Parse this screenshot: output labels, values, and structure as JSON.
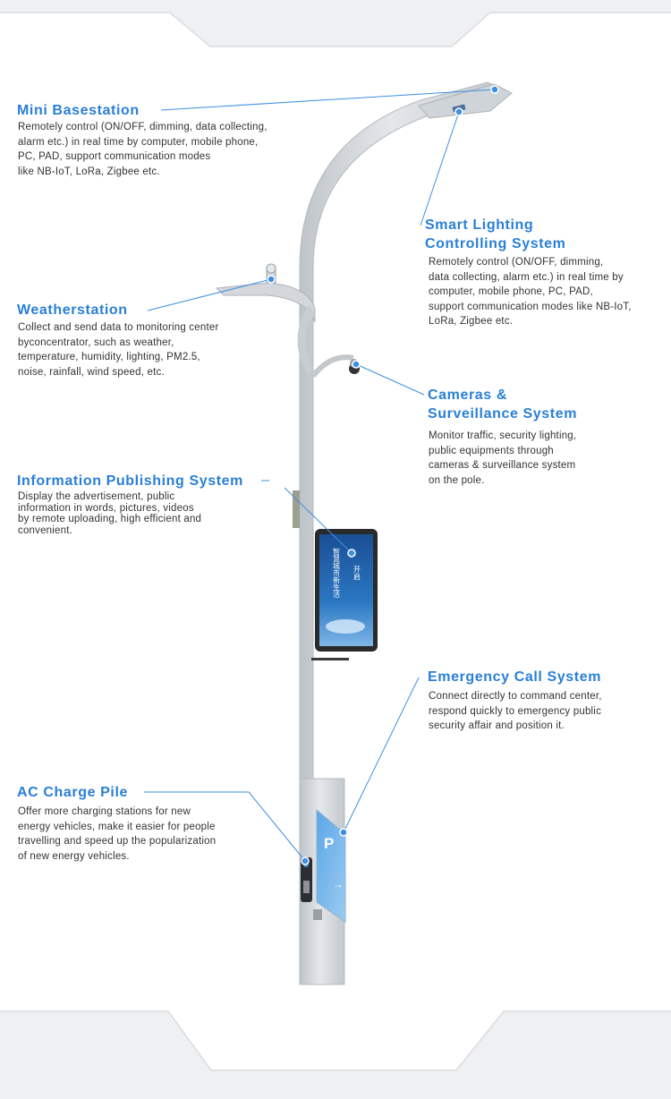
{
  "colors": {
    "title": "#2a7fd6",
    "text": "#333333",
    "leader_line": "#3d8fe0",
    "pole": "#d2d6da",
    "screen": "#1f5fa8"
  },
  "screen_text": {
    "main": "智慧城市新生活",
    "side": "开启"
  },
  "features": {
    "mini_basestation": {
      "title": "Mini Basestation",
      "description": "Remotely control (ON/OFF, dimming, data collecting,\nalarm etc.) in real time by computer, mobile phone,\nPC, PAD, support communication modes\nlike NB-IoT, LoRa, Zigbee etc."
    },
    "smart_lighting": {
      "title_line1": "Smart Lighting",
      "title_line2": "Controlling System",
      "description": "Remotely control (ON/OFF, dimming,\ndata collecting, alarm etc.) in real time by\ncomputer, mobile phone, PC, PAD,\nsupport communication modes like NB-IoT,\nLoRa, Zigbee etc."
    },
    "weatherstation": {
      "title": "Weatherstation",
      "description": "Collect and send data to monitoring center\nbyconcentrator, such as weather,\ntemperature, humidity, lighting, PM2.5,\nnoise, rainfall, wind speed, etc."
    },
    "cameras": {
      "title_line1": "Cameras &",
      "title_line2": "Surveillance System",
      "description": "Monitor traffic, security lighting,\npublic equipments through\ncameras & surveillance system\non the pole."
    },
    "information_publishing": {
      "title": "Information Publishing System",
      "description": "Display the advertisement, public\ninformation in words, pictures, videos\nby remote uploading, high efficient and\nconvenient."
    },
    "emergency_call": {
      "title": "Emergency Call System",
      "description": "Connect directly to command center,\nrespond quickly to emergency public\nsecurity affair and position it."
    },
    "ac_charge_pile": {
      "title": "AC Charge Pile",
      "description": "Offer more charging stations for new\nenergy vehicles, make it easier for people\ntravelling and speed up the popularization\nof new energy vehicles."
    }
  }
}
